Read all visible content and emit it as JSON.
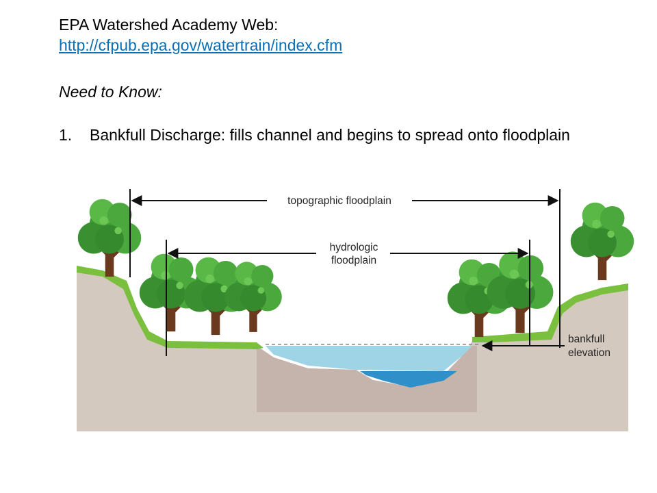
{
  "header": {
    "title": "EPA Watershed Academy Web:",
    "link": "http://cfpub.epa.gov/watertrain/index.cfm"
  },
  "section": {
    "heading": "Need to Know:",
    "items": [
      {
        "number": "1.",
        "text": "Bankfull Discharge:  fills channel and begins to spread onto floodplain"
      }
    ]
  },
  "diagram": {
    "labels": {
      "topographic": "topographic floodplain",
      "hydrologic_line1": "hydrologic",
      "hydrologic_line2": "floodplain",
      "bankfull_line1": "bankfull",
      "bankfull_line2": "elevation"
    },
    "colors": {
      "soil": "#d4c9bf",
      "channel_soil": "#c4b4ab",
      "water_light": "#9fd3e6",
      "water_dark": "#2f8fc9",
      "grass": "#7bbf3f",
      "foliage": "#3f9b36",
      "trunk": "#6b3a1e"
    }
  }
}
